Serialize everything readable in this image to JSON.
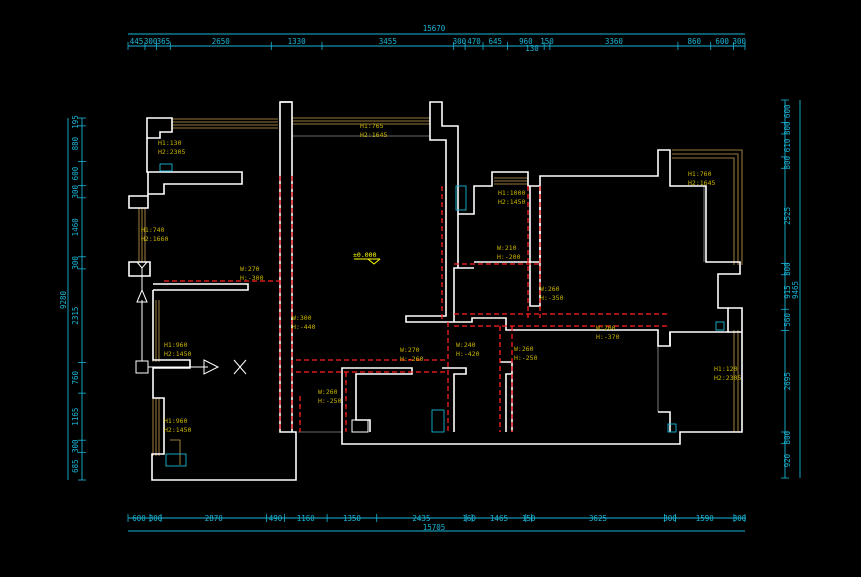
{
  "colors": {
    "background": "#000000",
    "walls": "#ffffff",
    "dimensions": "#19b6d8",
    "annotations": "#c8b400",
    "cut_lines": "#ff2020",
    "windows": "#c8a050",
    "level_marker": "#ffff00"
  },
  "top_dims": {
    "total": "15670",
    "segments": [
      "445",
      "300",
      "365",
      "2650",
      "1330",
      "3455",
      "300",
      "470",
      "645",
      "960",
      "150",
      "3360",
      "860",
      "600",
      "300"
    ],
    "sub": "130"
  },
  "bottom_dims": {
    "total": "15705",
    "segments": [
      "600",
      "300",
      "2870",
      "490",
      "1160",
      "1350",
      "2435",
      "160",
      "1465",
      "150",
      "3625",
      "300",
      "1590",
      "300"
    ]
  },
  "left_dims": {
    "total": "9280",
    "segments": [
      "195",
      "880",
      "600",
      "300",
      "1460",
      "300",
      "2315",
      "760",
      "1165",
      "300",
      "685"
    ]
  },
  "right_dims": {
    "total": "9465",
    "segments": [
      "600",
      "300",
      "610",
      "300",
      "2525",
      "300",
      "915",
      "560",
      "2695",
      "300",
      "920"
    ]
  },
  "annotations": [
    {
      "l1": "H1:765",
      "l2": "H2:1645"
    },
    {
      "l1": "H1:130",
      "l2": "H2:2305"
    },
    {
      "l1": "H1:740",
      "l2": "H2:1660"
    },
    {
      "l1": "H1:1000",
      "l2": "H2:1450"
    },
    {
      "l1": "H1:760",
      "l2": "H2:1645"
    },
    {
      "l1": "W:270",
      "l2": "H:-300"
    },
    {
      "l1": "W:210",
      "l2": "H:-200"
    },
    {
      "l1": "W:260",
      "l2": "H:-350"
    },
    {
      "l1": "W:300",
      "l2": "H:-440"
    },
    {
      "l1": "H1:960",
      "l2": "H2:1450"
    },
    {
      "l1": "W:270",
      "l2": "H:-260"
    },
    {
      "l1": "W:240",
      "l2": "H:-420"
    },
    {
      "l1": "W:260",
      "l2": "H:-250"
    },
    {
      "l1": "W:260",
      "l2": "H:-370"
    },
    {
      "l1": "W:260",
      "l2": "H:-250"
    },
    {
      "l1": "H1:120",
      "l2": "H2:2305"
    },
    {
      "l1": "H1:960",
      "l2": "H2:1450"
    }
  ],
  "level_marker": "±0.000",
  "icons": [
    "north-arrow-icon",
    "origin-axis-icon"
  ]
}
